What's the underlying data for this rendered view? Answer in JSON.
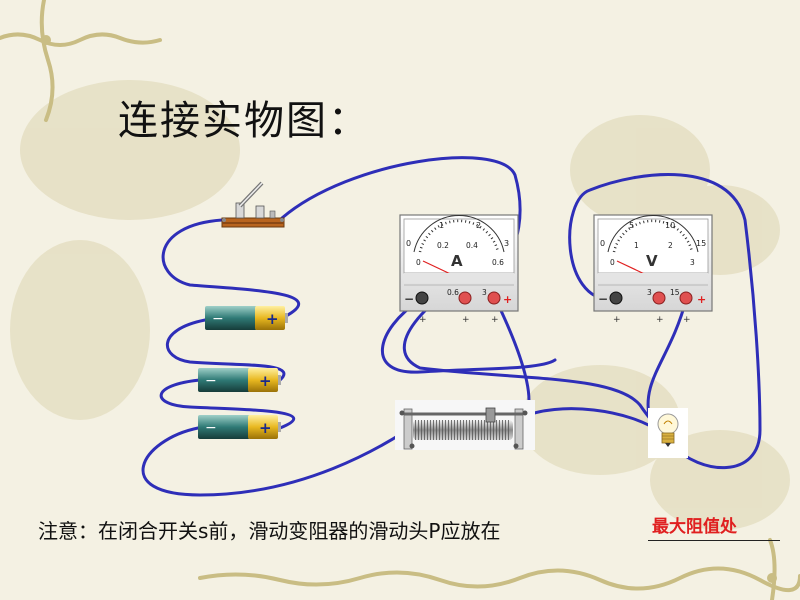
{
  "title": "连接实物图：",
  "note": {
    "text": "注意：在闭合开关s前，滑动变阻器的滑动头P应放在",
    "answer": "最大阻值处"
  },
  "ammeter": {
    "symbol": "A",
    "top_scale": [
      "0",
      "1",
      "2",
      "3"
    ],
    "mid_scale": [
      "0.2",
      "0.4"
    ],
    "bottom_scale": [
      "0",
      "0.6"
    ],
    "terminals": [
      "−",
      "0.6",
      "3",
      "+"
    ],
    "terminal_marks": [
      "+",
      "+",
      "+"
    ]
  },
  "voltmeter": {
    "symbol": "V",
    "top_scale": [
      "0",
      "5",
      "10",
      "15"
    ],
    "mid_scale": [
      "1",
      "2"
    ],
    "bottom_scale": [
      "0",
      "3"
    ],
    "terminals": [
      "−",
      "3",
      "15",
      "+"
    ],
    "terminal_marks": [
      "+",
      "+",
      "+"
    ]
  },
  "battery": {
    "neg": "−",
    "pos": "+"
  },
  "colors": {
    "wire": "#2e2eb8",
    "positive_terminal": "#e05050",
    "answer": "#e02020"
  },
  "icons": [
    "knife-switch-icon",
    "battery-icon",
    "ammeter-icon",
    "voltmeter-icon",
    "rheostat-icon",
    "light-bulb-icon"
  ]
}
